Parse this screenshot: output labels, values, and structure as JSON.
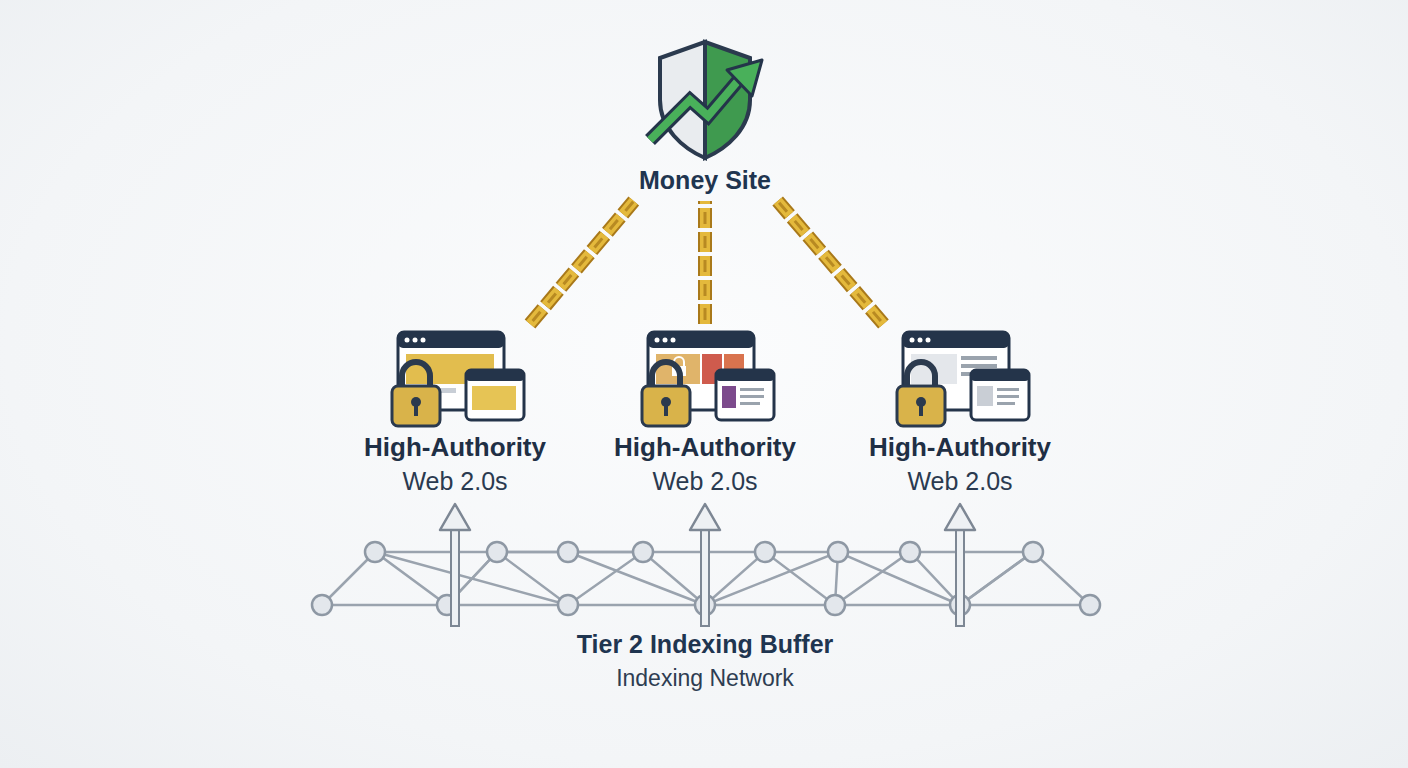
{
  "diagram": {
    "nodes": [
      {
        "text": [
          "Money Site"
        ]
      },
      {
        "text": [
          "High-Authority",
          "Web 2.0s"
        ]
      },
      {
        "text": [
          "High-Authority",
          "Web 2.0s"
        ]
      },
      {
        "text": [
          "High-Authority",
          "Web 2.0s"
        ]
      },
      {
        "text": [
          "Tier 2 Indexing Buffer",
          "Indexing Network"
        ]
      }
    ],
    "edges": [
      {
        "from": 1,
        "to": 0,
        "arrow": "none"
      },
      {
        "from": 2,
        "to": 0,
        "arrow": "none"
      },
      {
        "from": 3,
        "to": 0,
        "arrow": "none"
      },
      {
        "from": 4,
        "to": 1,
        "arrow": "to"
      },
      {
        "from": 4,
        "to": 2,
        "arrow": "to"
      },
      {
        "from": 4,
        "to": 3,
        "arrow": "to"
      }
    ]
  }
}
